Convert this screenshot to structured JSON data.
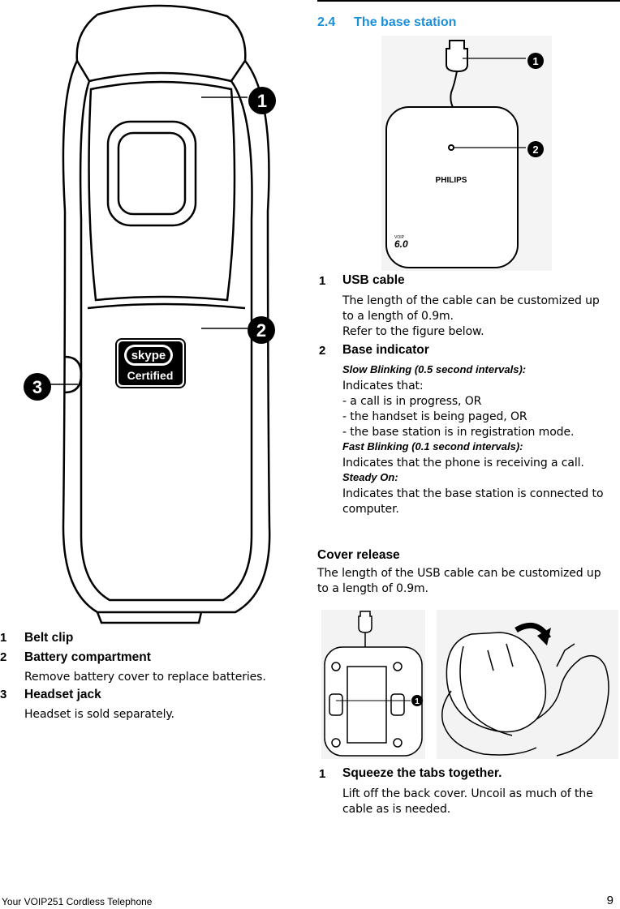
{
  "section": {
    "number": "2.4",
    "title": "The base station"
  },
  "handset_figure": {
    "callouts": [
      "1",
      "2",
      "3"
    ],
    "badge_top": "skype",
    "badge_bottom": "Certified"
  },
  "base_figure": {
    "callouts": [
      "1",
      "2"
    ],
    "brand": "PHILIPS",
    "model_small": "VOIP",
    "model": "6.0"
  },
  "cover_figure": {
    "callout": "1"
  },
  "left_items": [
    {
      "num": "1",
      "title": "Belt clip",
      "lines": []
    },
    {
      "num": "2",
      "title": "Battery compartment",
      "lines": [
        "Remove battery cover to replace batteries."
      ]
    },
    {
      "num": "3",
      "title": "Headset jack",
      "lines": [
        "Headset is sold separately."
      ]
    }
  ],
  "base_items": {
    "usb": {
      "num": "1",
      "title": "USB cable",
      "line1": "The length of the cable can be customized up",
      "line2": "to a length of 0.9m.",
      "line3": "Refer to the figure below."
    },
    "indicator": {
      "num": "2",
      "title": "Base indicator",
      "slow_label": "Slow Blinking (0.5 second intervals):",
      "slow_lines": [
        "Indicates that:",
        "- a call is in progress, OR",
        "- the handset is being paged, OR",
        "- the base station is in registration mode."
      ],
      "fast_label": "Fast Blinking (0.1 second intervals):",
      "fast_line": "Indicates that the phone is receiving a call.",
      "steady_label": "Steady On:",
      "steady_line1": "Indicates that the base station is connected to",
      "steady_line2": "computer."
    }
  },
  "cover_release": {
    "title": "Cover release",
    "line1": "The length of the USB cable can be customized up",
    "line2": "to a length of 0.9m."
  },
  "squeeze": {
    "num": "1",
    "title": "Squeeze the tabs together.",
    "line1": "Lift off the back cover. Uncoil as much of the",
    "line2": "cable as is needed."
  },
  "footer": {
    "left": "Your VOIP251 Cordless Telephone",
    "page": "9"
  }
}
